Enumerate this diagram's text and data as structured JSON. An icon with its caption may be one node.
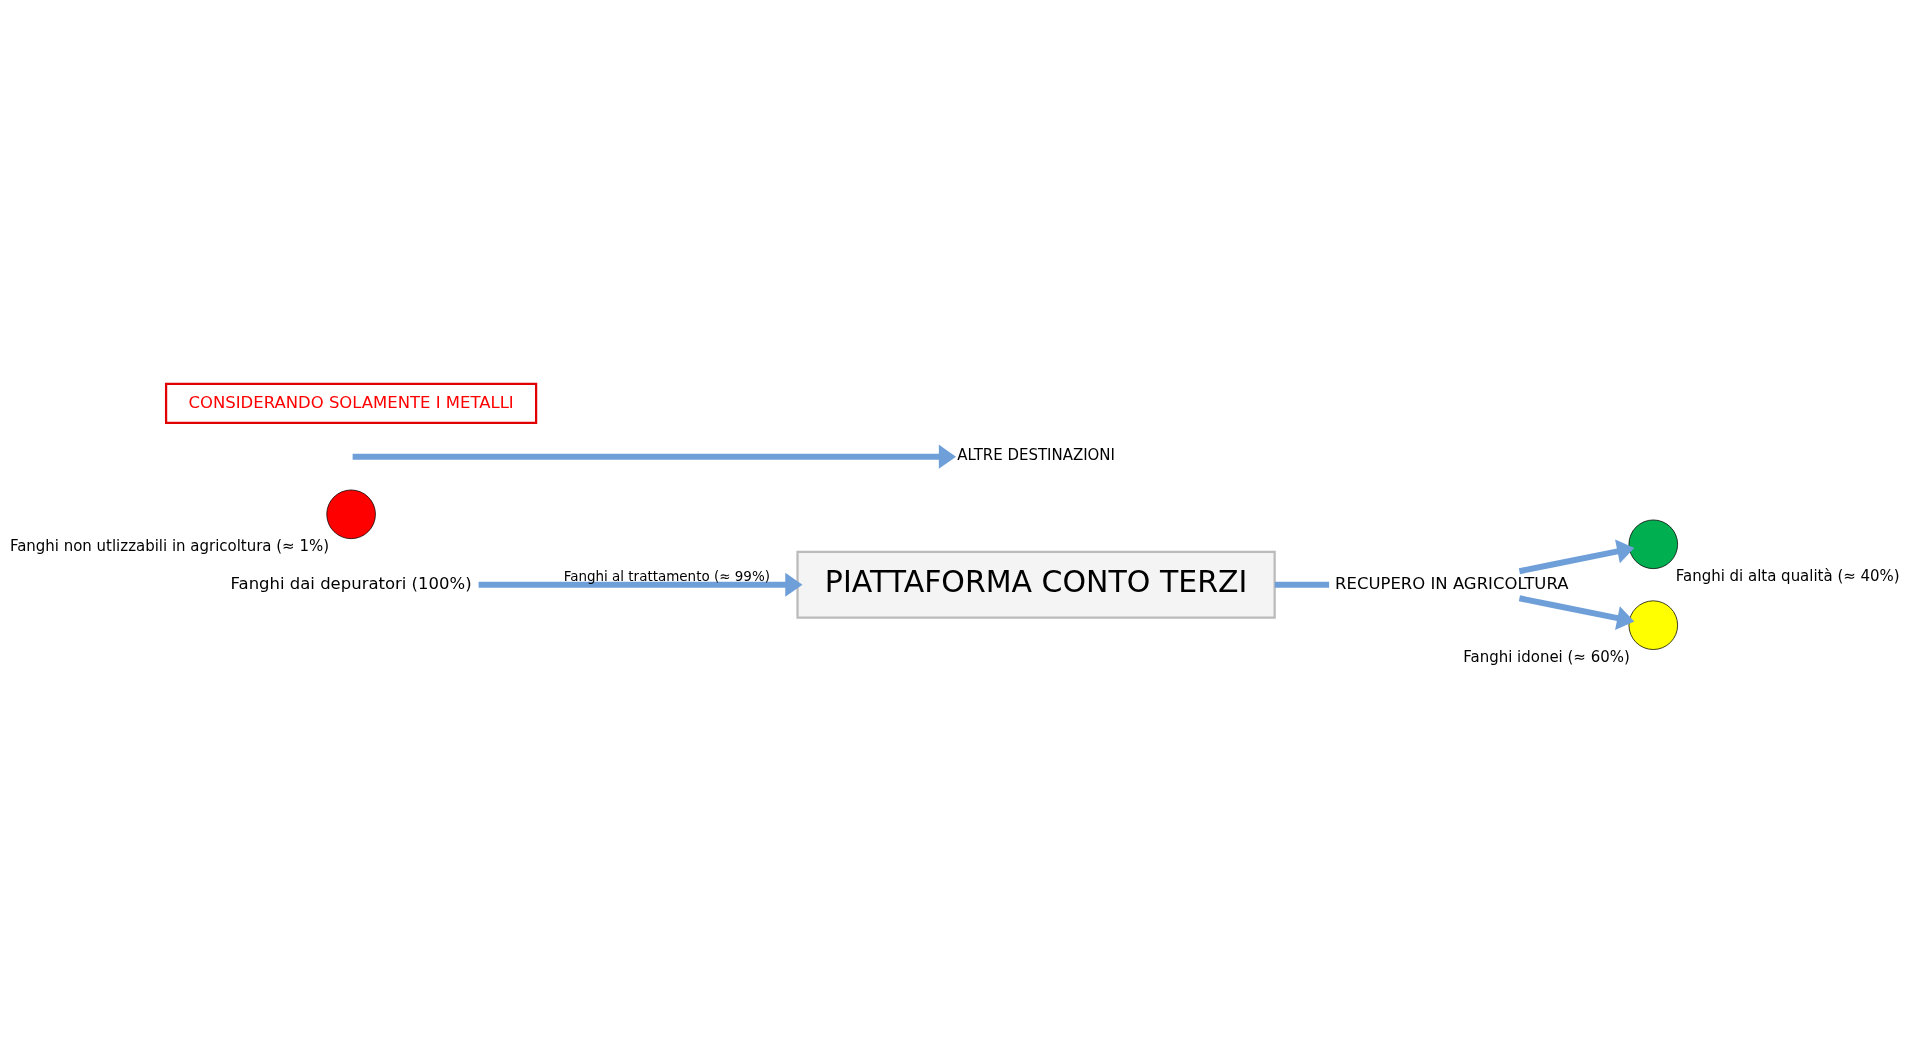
{
  "diagram": {
    "nodes": [
      {
        "text": [
          "Fanghi dai depuratori (100%)"
        ]
      },
      {
        "text": [
          "PIATTAFORMA CONTO TERZI"
        ]
      },
      {
        "text": [
          "RECUPERO IN AGRICOLTURA"
        ]
      },
      {
        "text": [],
        "shape": "circle",
        "beside": [
          "Fanghi di alta qualità (≈ 40%)"
        ]
      },
      {
        "text": [],
        "shape": "circle",
        "beside": [
          "Fanghi idonei (≈ 60%)"
        ]
      },
      {
        "text": [],
        "shape": "circle",
        "beside": [
          "Fanghi non utlizzabili in agricoltura (≈ 1%)"
        ]
      },
      {
        "text": [
          "ALTRE DESTINAZIONI"
        ]
      },
      {
        "text": [
          "CONSIDERANDO SOLAMENTE I METALLI"
        ]
      }
    ],
    "edges": [
      {
        "from": 0,
        "to": 1,
        "arrow": "to",
        "label": "Fanghi al trattamento (≈ 99%)"
      },
      {
        "from": 1,
        "to": 2,
        "arrow": "none"
      },
      {
        "from": 2,
        "to": 3,
        "arrow": "to"
      },
      {
        "from": 2,
        "to": 4,
        "arrow": "to"
      },
      {
        "from": null,
        "to": 6,
        "arrow": "to"
      }
    ]
  }
}
